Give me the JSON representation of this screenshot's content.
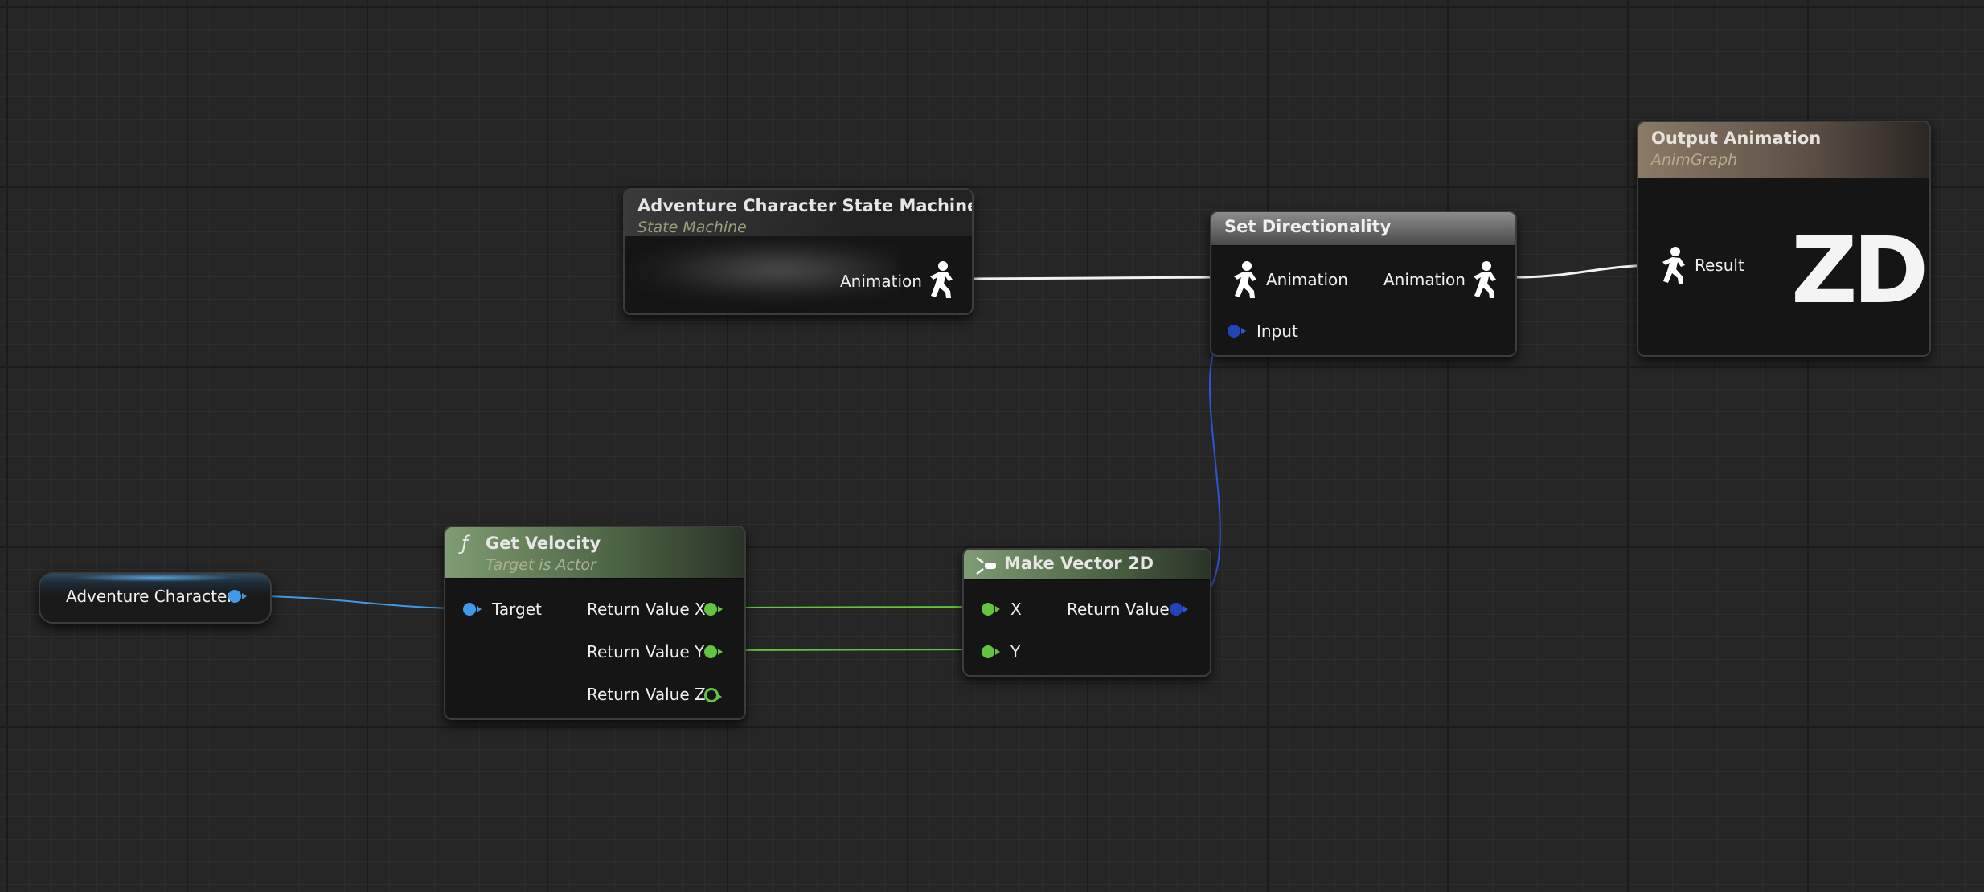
{
  "graph": {
    "name": "AnimGraph canvas"
  },
  "nodes": {
    "state_machine": {
      "title": "Adventure Character State Machine",
      "subtitle": "State Machine",
      "output_label": "Animation"
    },
    "set_directionality": {
      "title": "Set Directionality",
      "input_anim_label": "Animation",
      "output_anim_label": "Animation",
      "input_label": "Input"
    },
    "output_animation": {
      "title": "Output Animation",
      "subtitle": "AnimGraph",
      "result_label": "Result",
      "logo_text": "ZD"
    },
    "character": {
      "label": "Adventure Character"
    },
    "get_velocity": {
      "icon": "ƒ",
      "title": "Get Velocity",
      "subtitle": "Target is Actor",
      "target_label": "Target",
      "out_x": "Return Value X",
      "out_y": "Return Value Y",
      "out_z": "Return Value Z"
    },
    "make_vector": {
      "title": "Make Vector 2D",
      "in_x": "X",
      "in_y": "Y",
      "out_label": "Return Value"
    }
  },
  "colors": {
    "pin_float": "#63c53f",
    "pin_object": "#3e9ae8",
    "pin_struct": "#2e55d8",
    "wire_anim": "#ffffff",
    "header_function": "#5b7a4f",
    "header_output": "#8a7a68"
  },
  "icons": {
    "animation_pin": "running-figure-icon",
    "function": "function-icon",
    "make_struct": "make-struct-icon"
  }
}
